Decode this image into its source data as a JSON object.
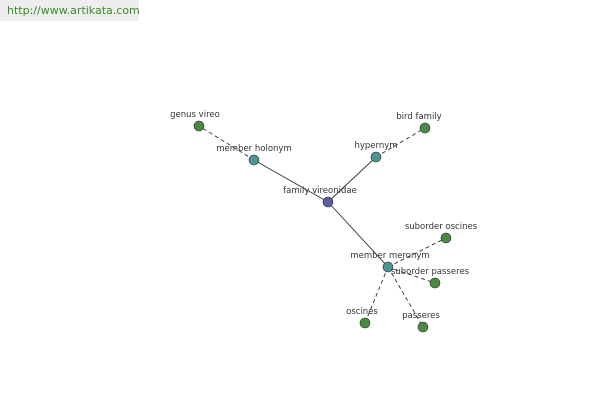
{
  "header": {
    "url": "http://www.artikata.com"
  },
  "colors": {
    "center": "#5a5ea0",
    "relation": "#4f9596",
    "leaf": "#4b8a45",
    "edge": "#333333"
  },
  "graph": {
    "nodes": [
      {
        "id": "center",
        "label": "family vireonidae",
        "kind": "center"
      },
      {
        "id": "holonym",
        "label": "member holonym",
        "kind": "relation"
      },
      {
        "id": "hyper",
        "label": "hypernym",
        "kind": "relation"
      },
      {
        "id": "mero",
        "label": "member meronym",
        "kind": "relation"
      },
      {
        "id": "vireo",
        "label": "genus vireo",
        "kind": "leaf"
      },
      {
        "id": "bird",
        "label": "bird family",
        "kind": "leaf"
      },
      {
        "id": "oscines_sub",
        "label": "suborder oscines",
        "kind": "leaf"
      },
      {
        "id": "passeres_sub",
        "label": "suborder passeres",
        "kind": "leaf"
      },
      {
        "id": "oscines",
        "label": "oscines",
        "kind": "leaf"
      },
      {
        "id": "passeres",
        "label": "passeres",
        "kind": "leaf"
      }
    ],
    "edges": [
      {
        "from": "center",
        "to": "holonym",
        "style": "solid"
      },
      {
        "from": "center",
        "to": "hyper",
        "style": "solid"
      },
      {
        "from": "center",
        "to": "mero",
        "style": "solid"
      },
      {
        "from": "holonym",
        "to": "vireo",
        "style": "dashed"
      },
      {
        "from": "hyper",
        "to": "bird",
        "style": "dashed"
      },
      {
        "from": "mero",
        "to": "oscines_sub",
        "style": "dashed"
      },
      {
        "from": "mero",
        "to": "passeres_sub",
        "style": "dashed"
      },
      {
        "from": "mero",
        "to": "oscines",
        "style": "dashed"
      },
      {
        "from": "mero",
        "to": "passeres",
        "style": "dashed"
      }
    ]
  }
}
